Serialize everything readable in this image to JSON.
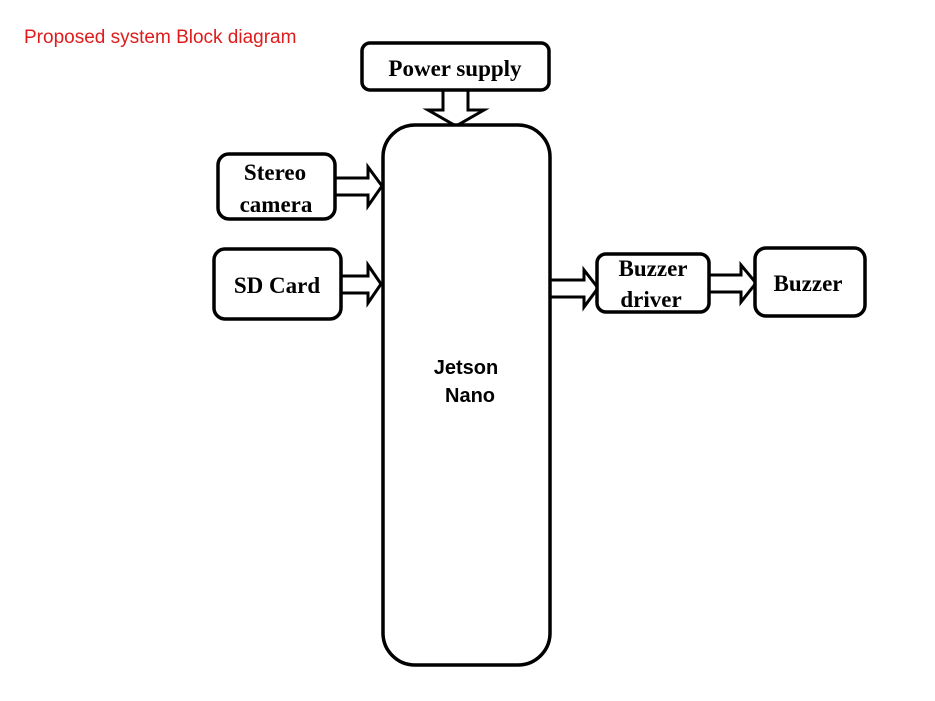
{
  "title": "Proposed system Block diagram",
  "colors": {
    "title": "#e01b1b",
    "stroke": "#000000",
    "fill": "#ffffff"
  },
  "blocks": {
    "power_supply": {
      "lines": [
        "Power supply"
      ]
    },
    "stereo_camera": {
      "lines": [
        "Stereo",
        "camera"
      ]
    },
    "sd_card": {
      "lines": [
        "SD Card"
      ]
    },
    "jetson_nano": {
      "lines": [
        "Jetson",
        "Nano"
      ]
    },
    "buzzer_driver": {
      "lines": [
        "Buzzer",
        "driver"
      ]
    },
    "buzzer": {
      "lines": [
        "Buzzer"
      ]
    }
  },
  "connections": [
    {
      "from": "Power supply",
      "to": "Jetson Nano"
    },
    {
      "from": "Stereo camera",
      "to": "Jetson Nano"
    },
    {
      "from": "SD Card",
      "to": "Jetson Nano"
    },
    {
      "from": "Jetson Nano",
      "to": "Buzzer driver"
    },
    {
      "from": "Buzzer driver",
      "to": "Buzzer"
    }
  ]
}
